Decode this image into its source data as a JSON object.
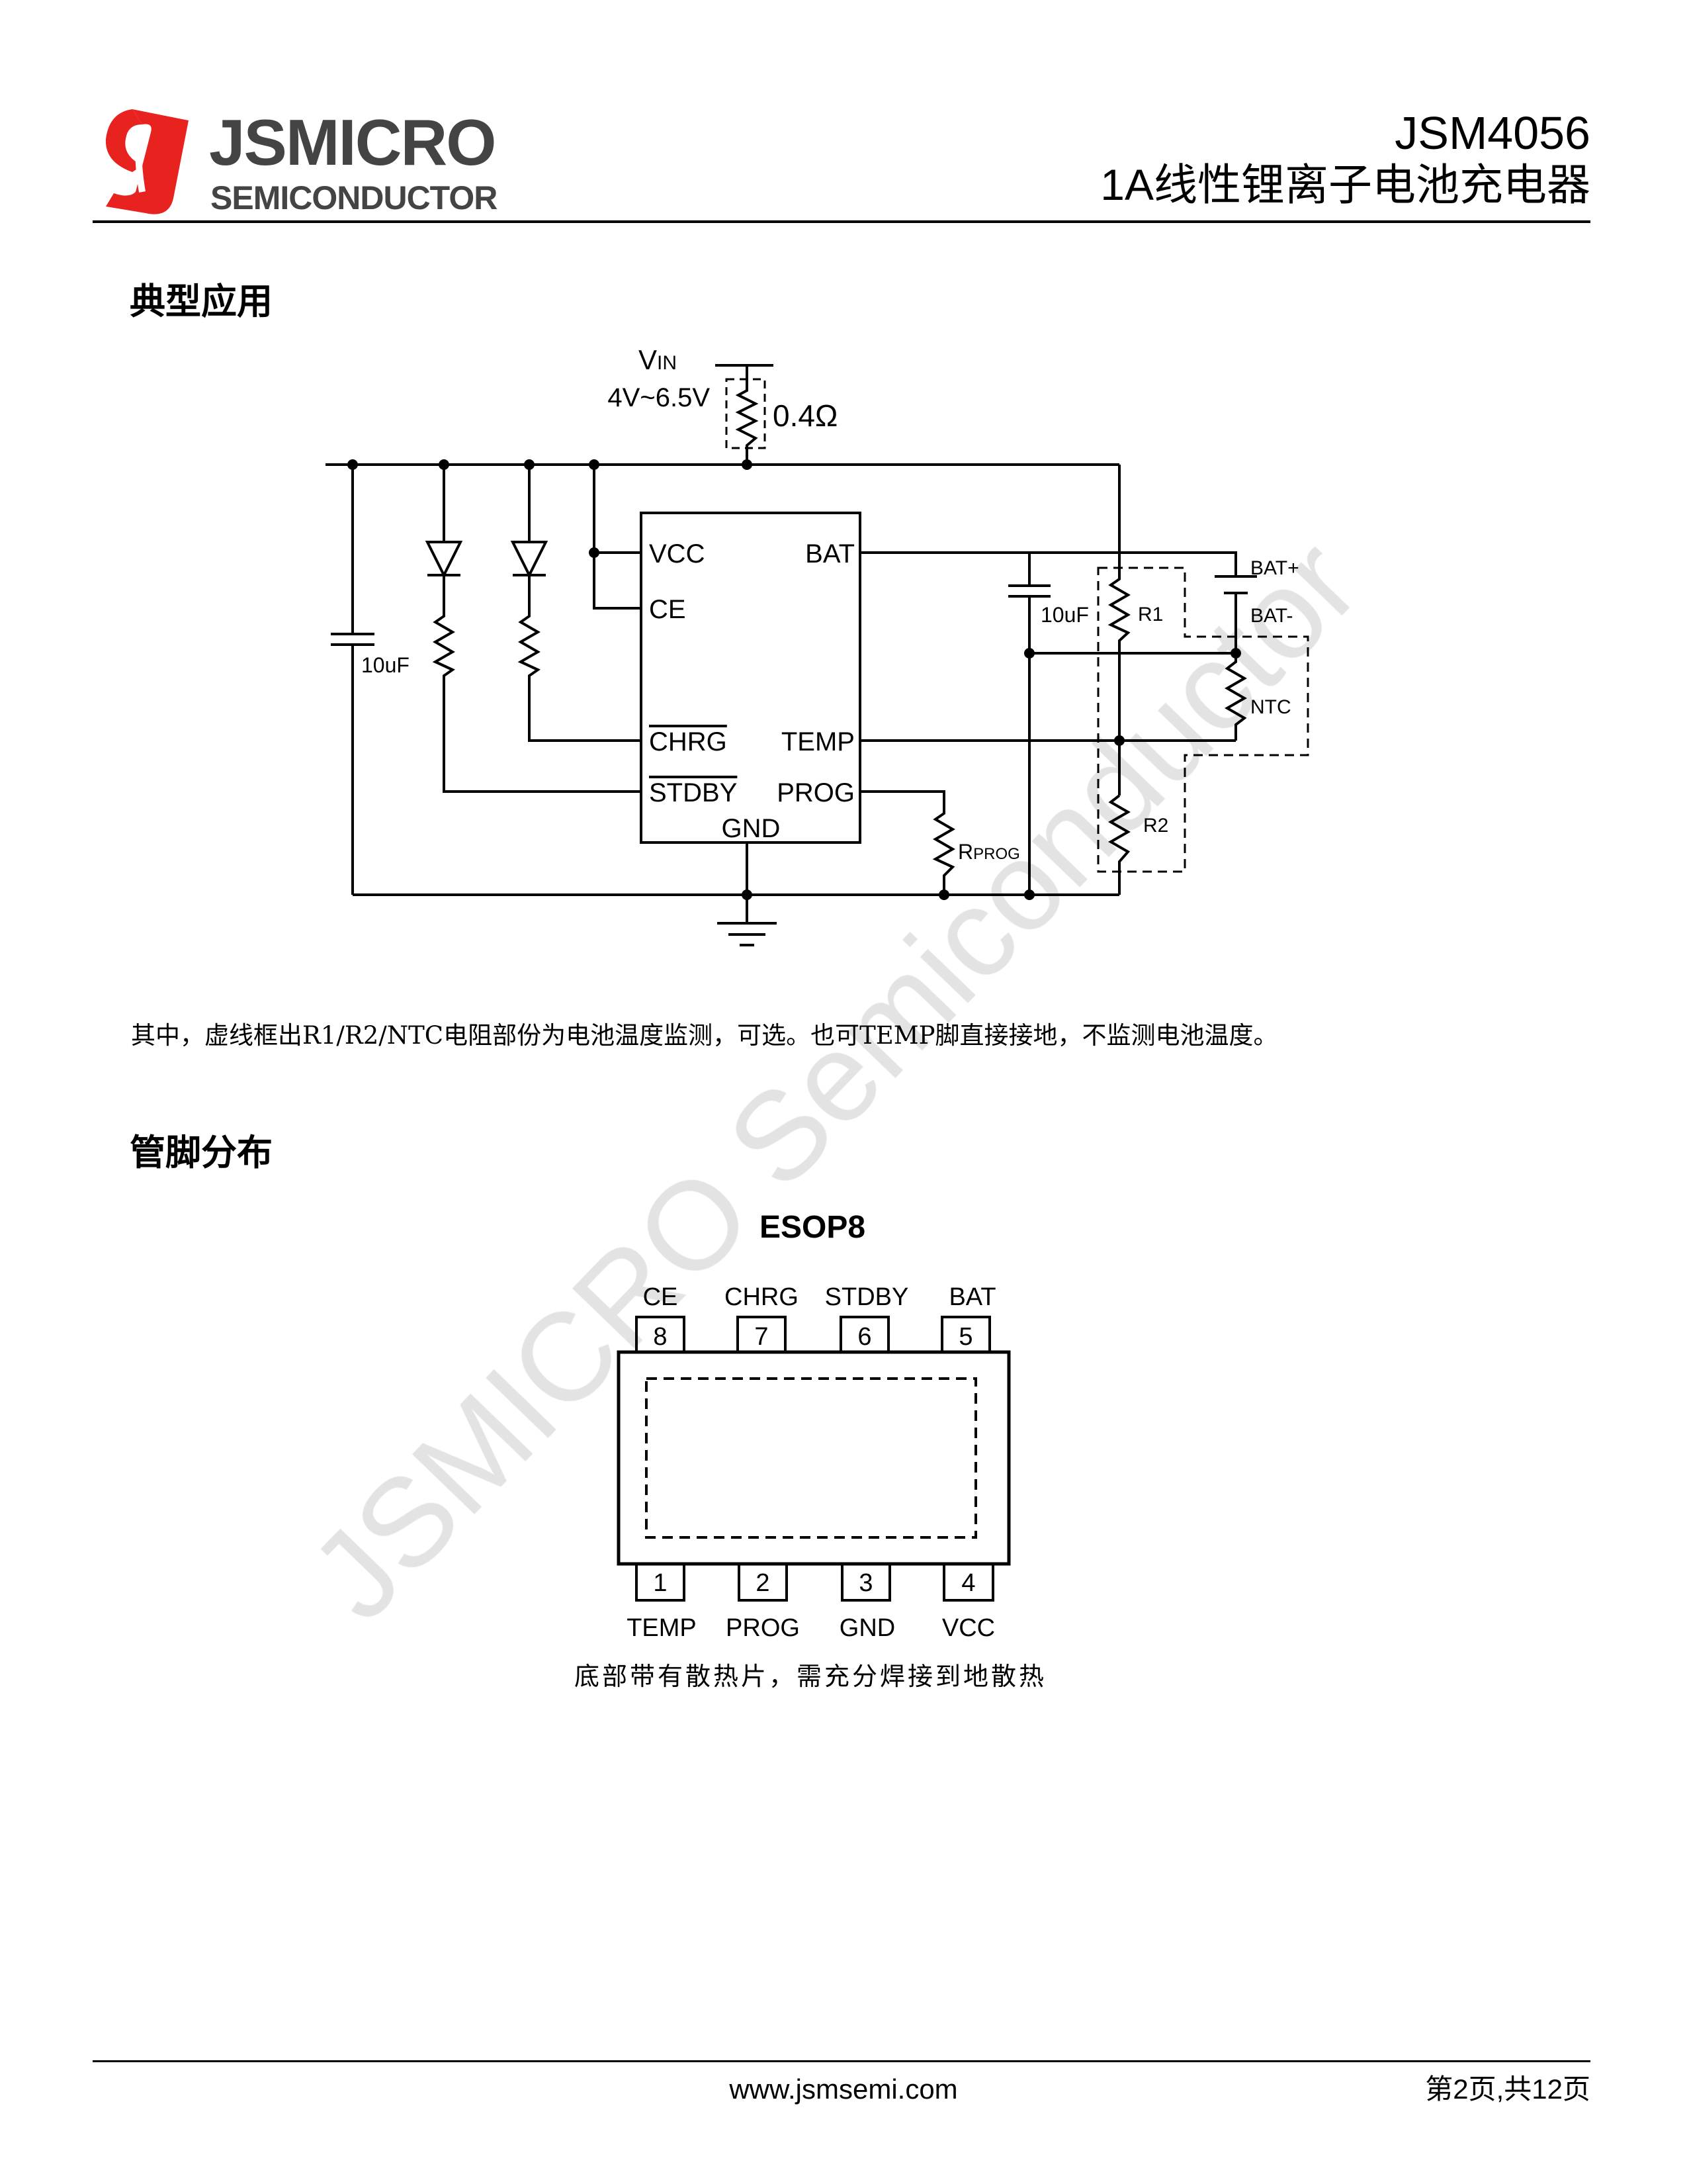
{
  "header": {
    "logo_main": "JSMICRO",
    "logo_sub": "SEMICONDUCTOR",
    "part_number": "JSM4056",
    "subtitle": "1A线性锂离子电池充电器",
    "brand_color": "#e8231f"
  },
  "watermark": "JSMICRO Semiconductor",
  "typical_application": {
    "heading": "典型应用",
    "vin_label": "V",
    "vin_sub": "IN",
    "vin_range": "4V~6.5V",
    "sense_resistor": "0.4Ω",
    "cin": "10uF",
    "cout": "10uF",
    "ic_pins": {
      "vcc": "VCC",
      "ce": "CE",
      "chrg": "CHRG",
      "stdby": "STDBY",
      "bat": "BAT",
      "temp": "TEMP",
      "prog": "PROG",
      "gnd": "GND"
    },
    "r1": "R1",
    "r2": "R2",
    "ntc": "NTC",
    "bat_plus": "BAT+",
    "bat_minus": "BAT-",
    "rprog": "R",
    "rprog_sub": "PROG",
    "note": "其中，虚线框出R1/R2/NTC电阻部份为电池温度监测，可选。也可TEMP脚直接接地，不监测电池温度。"
  },
  "pinout": {
    "heading": "管脚分布",
    "package": "ESOP8",
    "top_pins": [
      {
        "num": "8",
        "name": "CE"
      },
      {
        "num": "7",
        "name": "CHRG"
      },
      {
        "num": "6",
        "name": "STDBY"
      },
      {
        "num": "5",
        "name": "BAT"
      }
    ],
    "bottom_pins": [
      {
        "num": "1",
        "name": "TEMP"
      },
      {
        "num": "2",
        "name": "PROG"
      },
      {
        "num": "3",
        "name": "GND"
      },
      {
        "num": "4",
        "name": "VCC"
      }
    ],
    "caption": "底部带有散热片，需充分焊接到地散热"
  },
  "footer": {
    "url": "www.jsmsemi.com",
    "page": "第2页,共12页"
  }
}
